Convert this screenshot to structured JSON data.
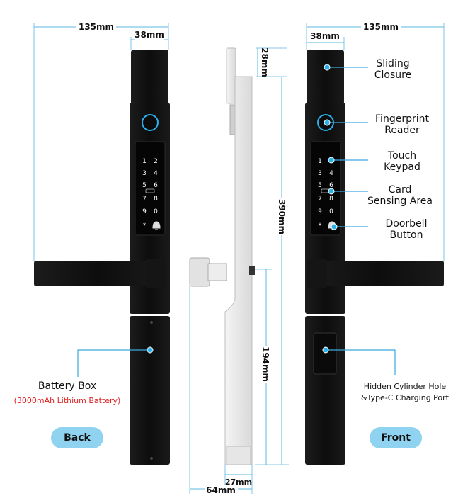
{
  "dimensions": {
    "back_width": "135mm",
    "back_top_width": "38mm",
    "front_width": "135mm",
    "front_top_width": "38mm",
    "side_top": "28mm",
    "side_height": "390mm",
    "side_lower": "194mm",
    "side_depth_small": "27mm",
    "side_depth": "64mm"
  },
  "back": {
    "battery_label": "Battery Box",
    "battery_note": "(3000mAh Lithium Battery)",
    "tag": "Back"
  },
  "front": {
    "callouts": {
      "sliding_1": "Sliding",
      "sliding_2": "Closure",
      "finger_1": "Fingerprint",
      "finger_2": "Reader",
      "touch_1": "Touch",
      "touch_2": "Keypad",
      "card_1": "Card",
      "card_2": "Sensing Area",
      "door_1": "Doorbell",
      "door_2": "Button",
      "hidden_1": "Hidden Cylinder Hole",
      "hidden_2": "&Type-C Charging Port"
    },
    "tag": "Front"
  },
  "keypad": {
    "k1": "1",
    "k2": "2",
    "k3": "3",
    "k4": "4",
    "k5": "5",
    "k6": "6",
    "k7": "7",
    "k8": "8",
    "k9": "9",
    "k0": "0",
    "kstar": "*"
  },
  "colors": {
    "dimension_line": "#5bb8e3",
    "callout_line": "#3aa9dd",
    "pill": "#8fd3f1",
    "battery_note": "#e02424",
    "lock_body": "#111111",
    "fingerprint_ring": "#2ab0e8"
  }
}
